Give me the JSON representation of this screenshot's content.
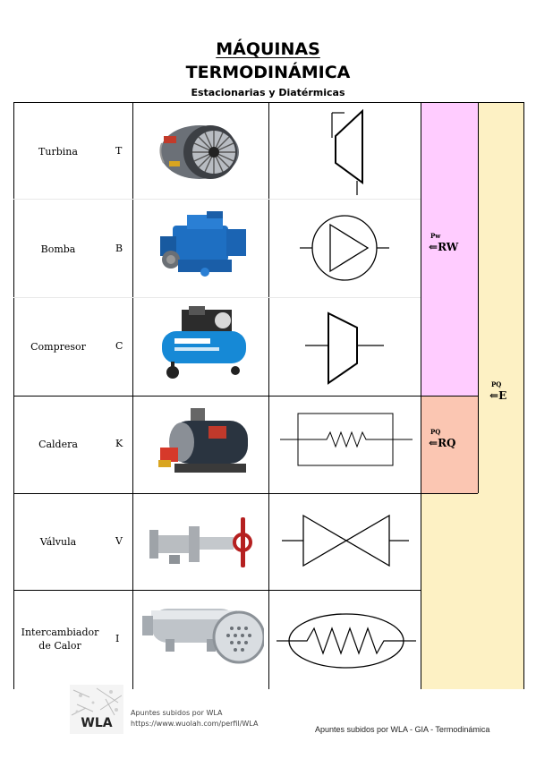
{
  "header": {
    "title_line1": "MÁQUINAS",
    "title_line2": "TERMODINÁMICA",
    "subtitle": "Estacionarias y Diatérmicas"
  },
  "rows": [
    {
      "name": "Turbina",
      "letter": "T",
      "photo": "turbine-photo-icon",
      "symbol": "turbine-symbol-icon"
    },
    {
      "name": "Bomba",
      "letter": "B",
      "photo": "pump-photo-icon",
      "symbol": "pump-symbol-icon"
    },
    {
      "name": "Compresor",
      "letter": "C",
      "photo": "compressor-photo-icon",
      "symbol": "compressor-symbol-icon"
    },
    {
      "name": "Caldera",
      "letter": "K",
      "photo": "boiler-photo-icon",
      "symbol": "boiler-symbol-icon"
    },
    {
      "name": "Válvula",
      "letter": "V",
      "photo": "valve-photo-icon",
      "symbol": "valve-symbol-icon"
    },
    {
      "name_line1": "Intercambiador",
      "name_line2": "de Calor",
      "letter": "I",
      "photo": "heat-exchanger-photo-icon",
      "symbol": "heat-exchanger-symbol-icon"
    }
  ],
  "flows": {
    "work": {
      "sup": "Pw",
      "arrow": "⇐",
      "label": "RW",
      "color": "#ffccff"
    },
    "heat": {
      "sup": "PQ",
      "arrow": "⇐",
      "label": "RQ",
      "color": "#fbc6b2"
    },
    "energy": {
      "sup": "PQ",
      "arrow": "⇐",
      "label": "E",
      "color": "#fdf1c4"
    }
  },
  "footer": {
    "logo_text": "WLA",
    "credit_line1": "Apuntes subidos por WLA",
    "credit_line2": "https://www.wuolah.com/perfil/WLA",
    "right": "Apuntes subidos por WLA - GIA - Termodinámica"
  }
}
